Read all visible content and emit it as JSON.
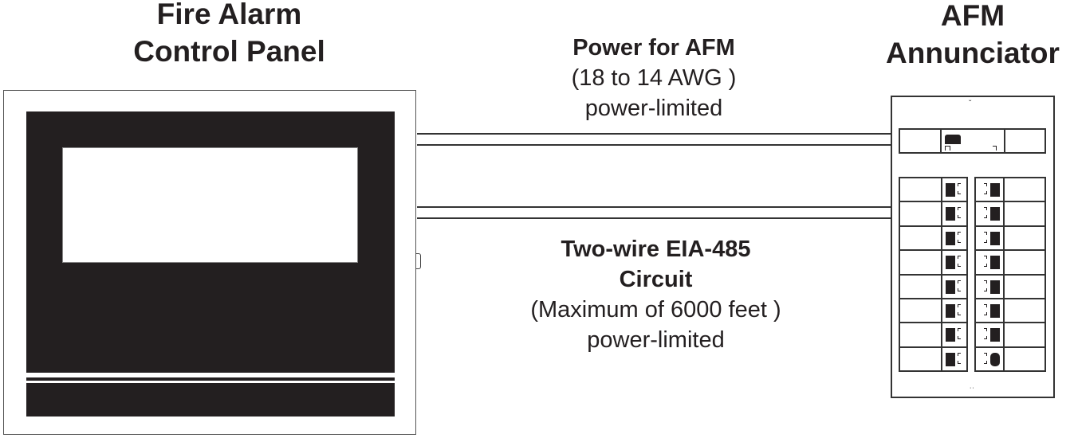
{
  "diagram": {
    "facp": {
      "title_line1": "Fire Alarm",
      "title_line2": "Control Panel"
    },
    "afm": {
      "title_line1": "AFM",
      "title_line2": "Annunciator",
      "rows": 8
    },
    "power_connection": {
      "title": "Power for AFM",
      "spec": "(18 to 14 AWG )",
      "note": "power-limited"
    },
    "data_connection": {
      "title_line1": "Two-wire EIA-485",
      "title_line2": "Circuit",
      "spec": "(Maximum of 6000 feet )",
      "note": "power-limited"
    },
    "icons": {
      "chevron_top": "ˇ",
      "chevron_bottom": "˙˙"
    },
    "colors": {
      "ink": "#231f20",
      "background": "#ffffff"
    }
  }
}
